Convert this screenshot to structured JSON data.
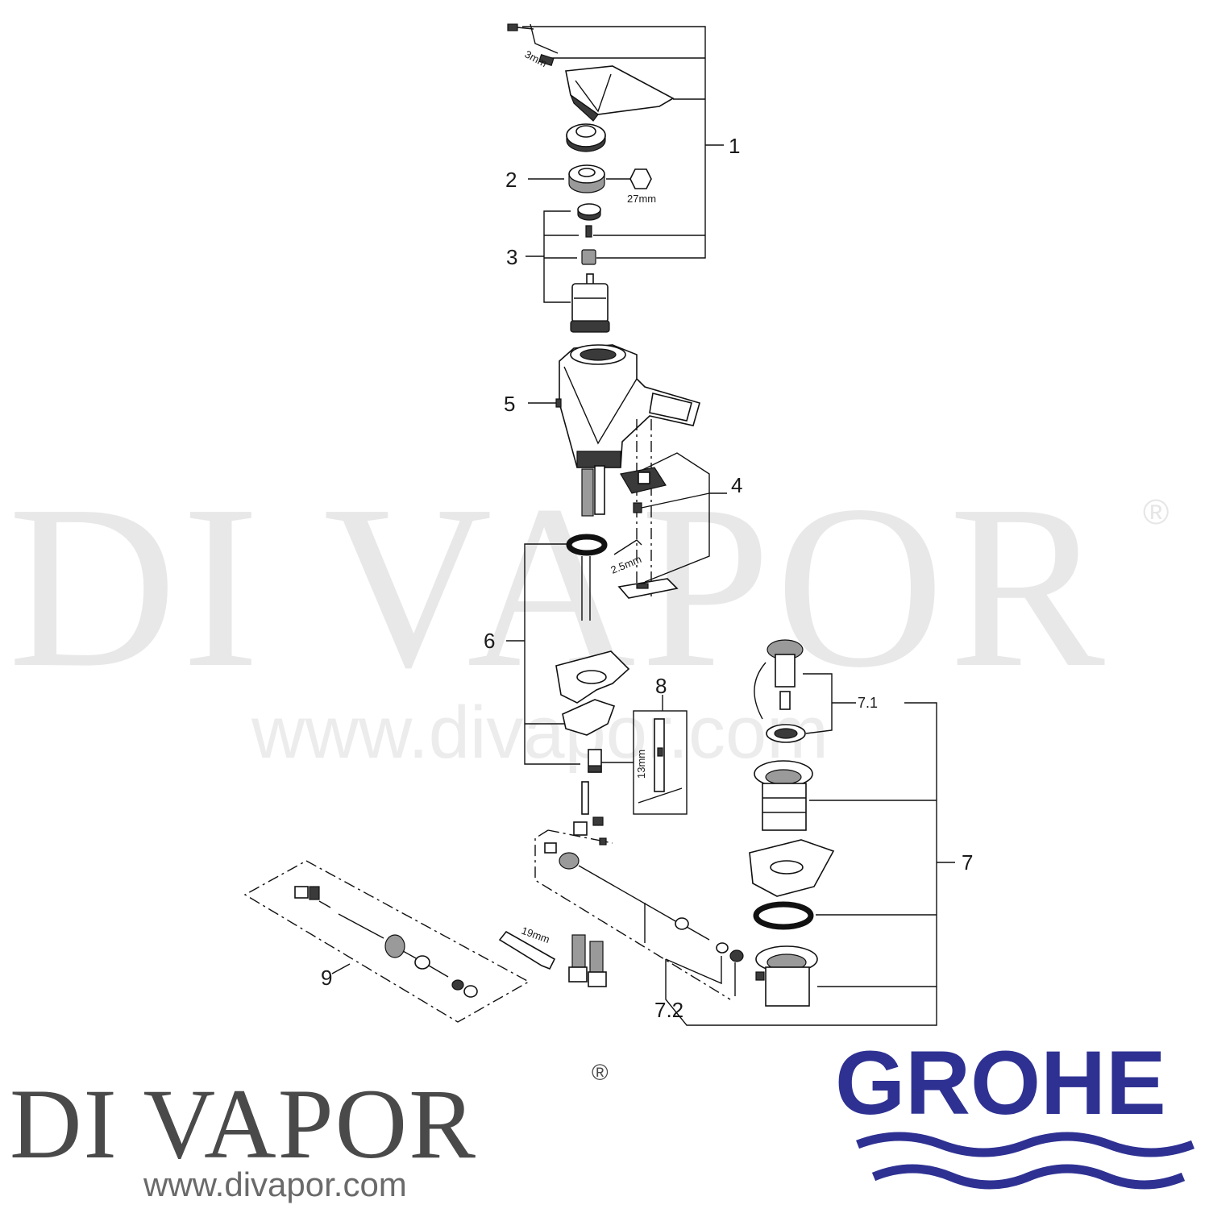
{
  "watermark": {
    "brand": "DI VAPOR",
    "registered": "®",
    "url": "www.divapor.com"
  },
  "callouts": {
    "c1": "1",
    "c2": "2",
    "c3": "3",
    "c4": "4",
    "c5": "5",
    "c6": "6",
    "c7": "7",
    "c7_1": "7.1",
    "c7_2": "7.2",
    "c8": "8",
    "c9": "9"
  },
  "dimensions": {
    "hex_key_lever": "3mm",
    "nut_wrench": "27mm",
    "hex_key_plate": "2.5mm",
    "pin_tool": "13mm",
    "hose_wrench": "19mm"
  },
  "footer": {
    "brand": "DI VAPOR",
    "registered": "®",
    "url": "www.divapor.com",
    "manufacturer": "GROHE"
  },
  "colors": {
    "grohe_blue": "#2e3192",
    "watermark_gray": "#e8e8e8",
    "brand_gray": "#4a4a4a"
  }
}
